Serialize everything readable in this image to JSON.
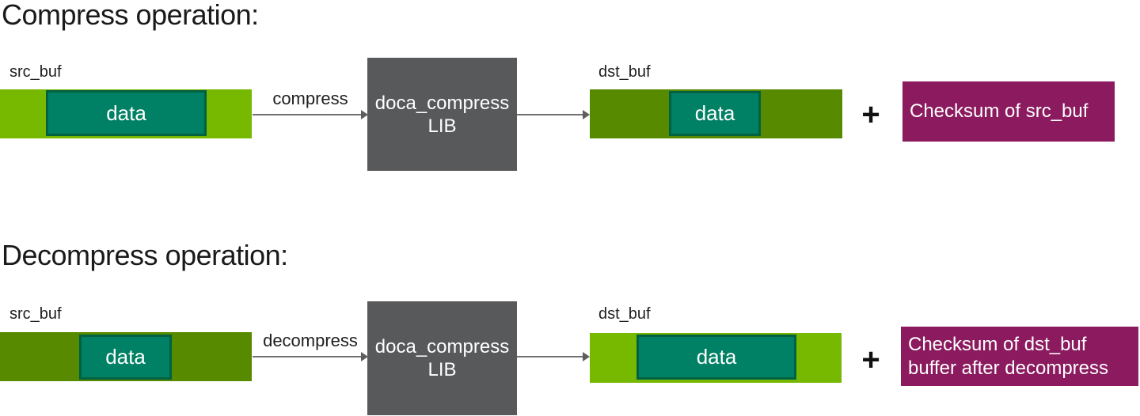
{
  "colors": {
    "buffer_light_green": "#76b900",
    "buffer_dark_green": "#588a00",
    "data_teal_fill": "#008064",
    "data_teal_border": "#006241",
    "lib_gray": "#58595b",
    "checksum_magenta": "#8b1a5f",
    "arrow_gray": "#707070",
    "text_dark": "#1a1a1a",
    "text_light": "#ffffff"
  },
  "sections": [
    {
      "title": "Compress operation:",
      "src_buf_label": "src_buf",
      "src_data_label": "data",
      "arrow_label": "compress",
      "lib_label": "doca_compress\nLIB",
      "dst_buf_label": "dst_buf",
      "dst_data_label": "data",
      "plus": "+",
      "checksum_label": "Checksum of src_buf"
    },
    {
      "title": "Decompress operation:",
      "src_buf_label": "src_buf",
      "src_data_label": "data",
      "arrow_label": "decompress",
      "lib_label": "doca_compress\nLIB",
      "dst_buf_label": "dst_buf",
      "dst_data_label": "data",
      "plus": "+",
      "checksum_label": "Checksum of dst_buf\nbuffer after decompress"
    }
  ]
}
